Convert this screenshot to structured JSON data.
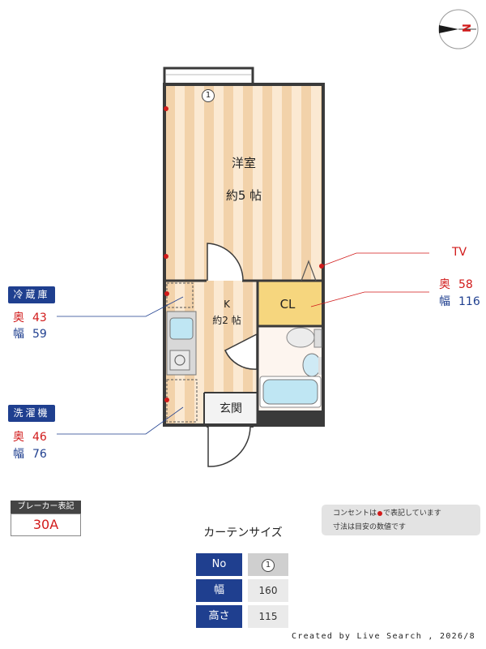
{
  "compass": {
    "label": "N"
  },
  "rooms": {
    "western": {
      "name": "洋室",
      "size": "約5 帖"
    },
    "kitchen": {
      "name": "K",
      "size": "約2 帖"
    },
    "closet": {
      "name": "CL"
    },
    "entrance": {
      "name": "玄関"
    },
    "window_number": "1"
  },
  "tv": {
    "label": "TV",
    "depth_key": "奥",
    "depth": "58",
    "width_key": "幅",
    "width": "116"
  },
  "fridge": {
    "title": "冷蔵庫",
    "depth_key": "奥",
    "depth": "43",
    "width_key": "幅",
    "width": "59"
  },
  "washer": {
    "title": "洗濯機",
    "depth_key": "奥",
    "depth": "46",
    "width_key": "幅",
    "width": "76"
  },
  "breaker": {
    "title": "ブレーカー表記",
    "value": "30A"
  },
  "note": {
    "line1_a": "コンセントは",
    "line1_b": "で表記しています",
    "line2": "寸法は目安の数値です"
  },
  "curtain": {
    "title": "カーテンサイズ",
    "rows": [
      {
        "key": "No",
        "value": "1"
      },
      {
        "key": "幅",
        "value": "160"
      },
      {
        "key": "高さ",
        "value": "115"
      }
    ]
  },
  "credit": "Created by Live Search , 2026/8",
  "colors": {
    "accent": "#1f3f8f",
    "outlet": "#d11a1a",
    "wall": "#3a3a3a",
    "closet": "#f6d67e",
    "floor_stripe": "#f3d3a8"
  }
}
